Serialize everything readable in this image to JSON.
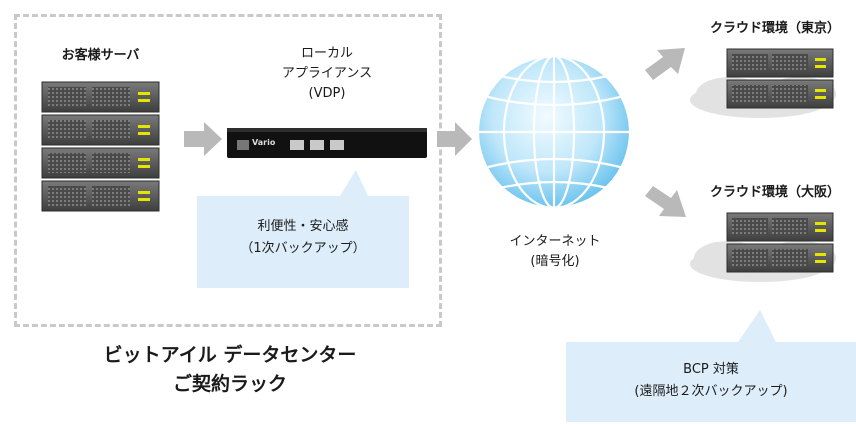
{
  "datacenter": {
    "caption_line1": "ビットアイル データセンター",
    "caption_line2": "ご契約ラック"
  },
  "customer_server": {
    "label": "お客様サーバ"
  },
  "appliance": {
    "label_line1": "ローカル",
    "label_line2": "アプライアンス",
    "label_line3": "(VDP)",
    "brand_text": "Vario"
  },
  "convenience_note": {
    "line1": "利便性・安心感",
    "line2": "（1次バックアップ）"
  },
  "internet": {
    "label_line1": "インターネット",
    "label_line2": "(暗号化)"
  },
  "cloud_tokyo": {
    "label": "クラウド環境（東京）"
  },
  "cloud_osaka": {
    "label": "クラウド環境（大阪）"
  },
  "bcp_note": {
    "line1": "BCP 対策",
    "line2": "(遠隔地２次バックアップ)"
  },
  "colors": {
    "dashed_border": "#c9c9c9",
    "arrow": "#b9b9b9",
    "bubble": "#ddeefa",
    "globe_edge": "#8fd1f3",
    "globe_center": "#e9f7fe",
    "server_body": "#5a5a5a",
    "server_led": "#e4e400",
    "cloud": "#e2e2e2"
  }
}
